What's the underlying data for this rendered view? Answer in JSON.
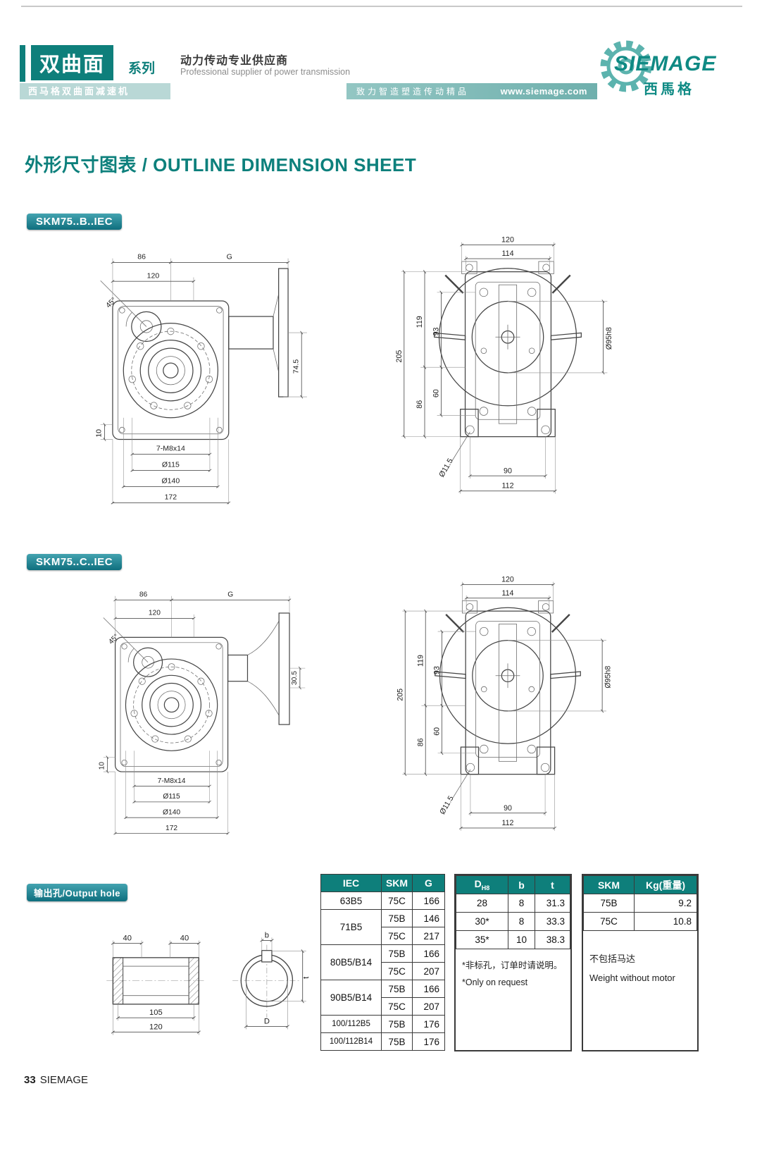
{
  "colors": {
    "accent": "#0e7f7b",
    "badge": "#0f6f7e",
    "band_light": "#b9d8d6",
    "band_mid": "#79b8b5",
    "table_header": "#0e7f7b",
    "brand": "#0f8a84"
  },
  "header": {
    "series_box": "双曲面",
    "series_suffix": "系列",
    "sub_band": "西马格双曲面减速机",
    "supplier_cn": "动力传动专业供应商",
    "supplier_en": "Professional supplier of power transmission",
    "slogan": "致力智造塑造传动精品",
    "website": "www.siemage.com",
    "brand": "SIEMAGE",
    "brand_cn": "西馬格"
  },
  "title": "外形尺寸图表 / OUTLINE DIMENSION SHEET",
  "section_b": {
    "badge": "SKM75..B..IEC",
    "side": {
      "d86": "86",
      "g": "G",
      "d120": "120",
      "angle": "45°",
      "flange_offset": "74.5",
      "d10": "10",
      "holes": "7-M8x14",
      "d115": "Ø115",
      "d140": "Ø140",
      "d172": "172"
    },
    "front": {
      "d120": "120",
      "d114": "114",
      "d205": "205",
      "d119": "119",
      "d93": "93",
      "d86": "86",
      "d60": "60",
      "d95": "Ø95h8",
      "d11": "Ø11.5",
      "d90": "90",
      "d112": "112"
    }
  },
  "section_c": {
    "badge": "SKM75..C..IEC",
    "side": {
      "d86": "86",
      "g": "G",
      "d120": "120",
      "angle": "45°",
      "flange_offset": "30.5",
      "d10": "10",
      "holes": "7-M8x14",
      "d115": "Ø115",
      "d140": "Ø140",
      "d172": "172"
    },
    "front": {
      "d120": "120",
      "d114": "114",
      "d205": "205",
      "d119": "119",
      "d93": "93",
      "d86": "86",
      "d60": "60",
      "d95": "Ø95h8",
      "d11": "Ø11.5",
      "d90": "90",
      "d112": "112"
    }
  },
  "output_hole": {
    "badge": "输出孔/Output hole",
    "dims": {
      "w40a": "40",
      "w40b": "40",
      "w105": "105",
      "w120": "120",
      "b": "b",
      "t": "t",
      "d": "D"
    }
  },
  "tables": {
    "iec": {
      "h_iec": "IEC",
      "h_skm": "SKM",
      "h_g": "G",
      "groups": [
        {
          "label": "63B5",
          "rows": [
            {
              "skm": "75C",
              "g": "166"
            }
          ]
        },
        {
          "label": "71B5",
          "rows": [
            {
              "skm": "75B",
              "g": "146"
            },
            {
              "skm": "75C",
              "g": "217"
            }
          ]
        },
        {
          "label": "80B5/B14",
          "rows": [
            {
              "skm": "75B",
              "g": "166"
            },
            {
              "skm": "75C",
              "g": "207"
            }
          ]
        },
        {
          "label": "90B5/B14",
          "rows": [
            {
              "skm": "75B",
              "g": "166"
            },
            {
              "skm": "75C",
              "g": "207"
            }
          ]
        },
        {
          "label": "100/112B5",
          "rows": [
            {
              "skm": "75B",
              "g": "176"
            }
          ]
        },
        {
          "label": "100/112B14",
          "rows": [
            {
              "skm": "75B",
              "g": "176"
            }
          ]
        }
      ]
    },
    "dh8": {
      "h_d_main": "D",
      "h_d_sub": "H8",
      "h_b": "b",
      "h_t": "t",
      "rows": [
        [
          "28",
          "8",
          "31.3"
        ],
        [
          "30*",
          "8",
          "33.3"
        ],
        [
          "35*",
          "10",
          "38.3"
        ]
      ],
      "note_cn": "*非标孔，订单时请说明。",
      "note_en": "*Only on request"
    },
    "weight": {
      "h_skm": "SKM",
      "h_kg": "Kg(重量)",
      "rows": [
        [
          "75B",
          "9.2"
        ],
        [
          "75C",
          "10.8"
        ]
      ],
      "note_cn": "不包括马达",
      "note_en": "Weight without motor"
    }
  },
  "footer": {
    "page": "33",
    "brand": "SIEMAGE"
  }
}
